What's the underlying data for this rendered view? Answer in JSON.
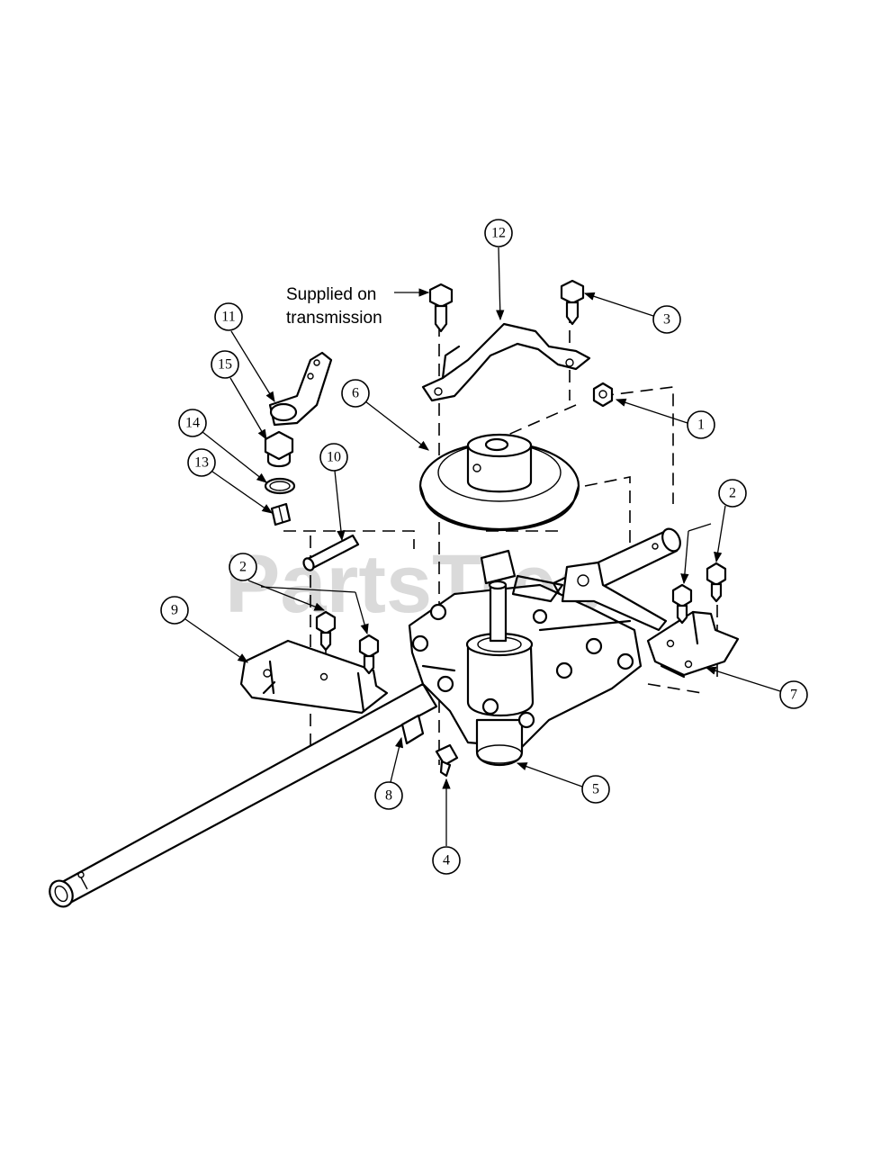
{
  "watermark": "PartsTree",
  "note": {
    "line1": "Supplied on",
    "line2": "transmission"
  },
  "callouts": {
    "c1": "1",
    "c2a": "2",
    "c2b": "2",
    "c3": "3",
    "c4": "4",
    "c5": "5",
    "c6": "6",
    "c7": "7",
    "c8": "8",
    "c9": "9",
    "c10": "10",
    "c11": "11",
    "c12": "12",
    "c13": "13",
    "c14": "14",
    "c15": "15"
  }
}
